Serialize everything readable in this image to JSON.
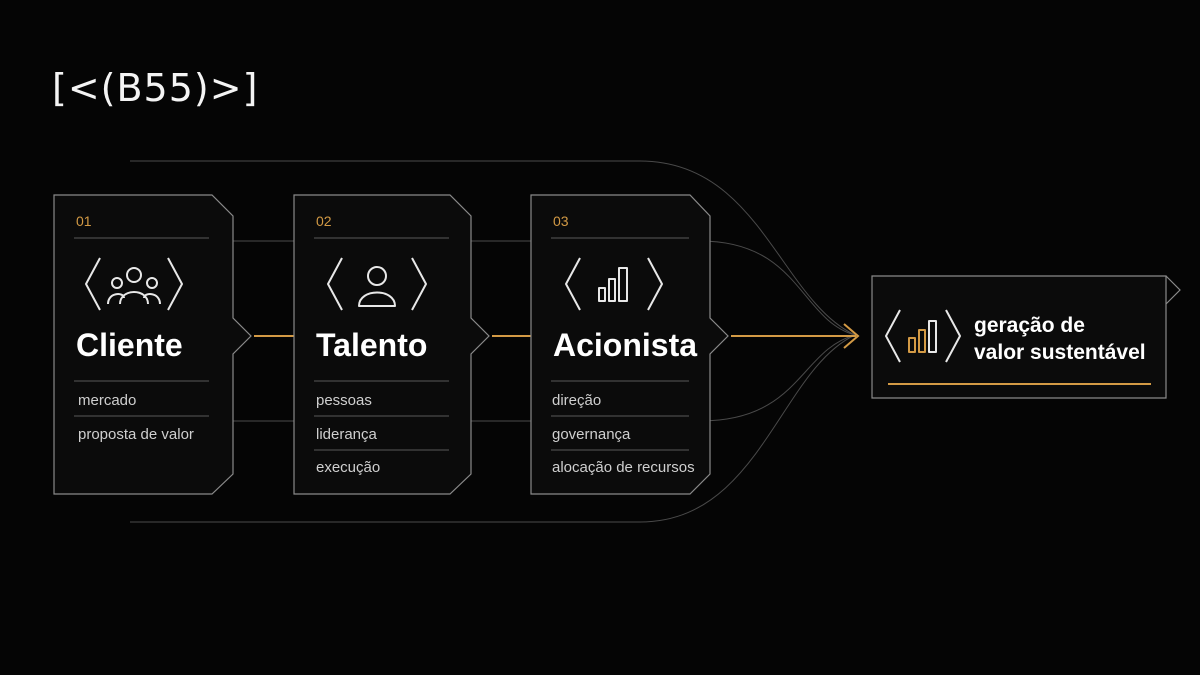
{
  "logo": {
    "text": "[<(B55)>]"
  },
  "cards": [
    {
      "number": "01",
      "title": "Cliente",
      "icon": "people-group-icon",
      "items": [
        "mercado",
        "proposta de valor"
      ]
    },
    {
      "number": "02",
      "title": "Talento",
      "icon": "person-icon",
      "items": [
        "pessoas",
        "liderança",
        "execução"
      ]
    },
    {
      "number": "03",
      "title": "Acionista",
      "icon": "bar-chart-icon",
      "items": [
        "direção",
        "governança",
        "alocação de recursos"
      ]
    }
  ],
  "result": {
    "line1": "geração de",
    "line2": "valor sustentável",
    "icon": "bar-chart-icon"
  },
  "colors": {
    "background": "#050505",
    "accent": "#d39a45",
    "line": "#6e6e6e",
    "text": "#ffffff"
  }
}
